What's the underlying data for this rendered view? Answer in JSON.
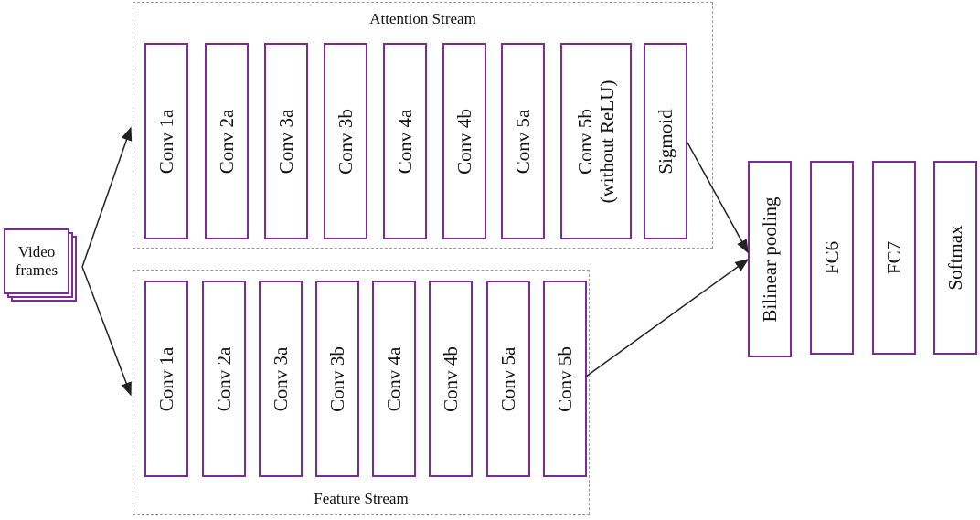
{
  "input": {
    "line1": "Video",
    "line2": "frames"
  },
  "attention_stream": {
    "title": "Attention Stream",
    "layers": [
      {
        "label": "Conv 1a"
      },
      {
        "label": "Conv 2a"
      },
      {
        "label": "Conv 3a"
      },
      {
        "label": "Conv 3b"
      },
      {
        "label": "Conv 4a"
      },
      {
        "label": "Conv 4b"
      },
      {
        "label": "Conv 5a"
      },
      {
        "label": "Conv 5b",
        "sub": "(without ReLU)"
      },
      {
        "label": "Sigmoid"
      }
    ]
  },
  "feature_stream": {
    "title": "Feature Stream",
    "layers": [
      {
        "label": "Conv 1a"
      },
      {
        "label": "Conv 2a"
      },
      {
        "label": "Conv 3a"
      },
      {
        "label": "Conv 3b"
      },
      {
        "label": "Conv 4a"
      },
      {
        "label": "Conv 4b"
      },
      {
        "label": "Conv 5a"
      },
      {
        "label": "Conv 5b"
      }
    ]
  },
  "head": {
    "layers": [
      {
        "label": "Bilinear pooling"
      },
      {
        "label": "FC6"
      },
      {
        "label": "FC7"
      },
      {
        "label": "Softmax"
      }
    ]
  },
  "colors": {
    "box_border": "#7b2a9a",
    "dashed": "#9a9a9a",
    "arrow": "#222222"
  }
}
